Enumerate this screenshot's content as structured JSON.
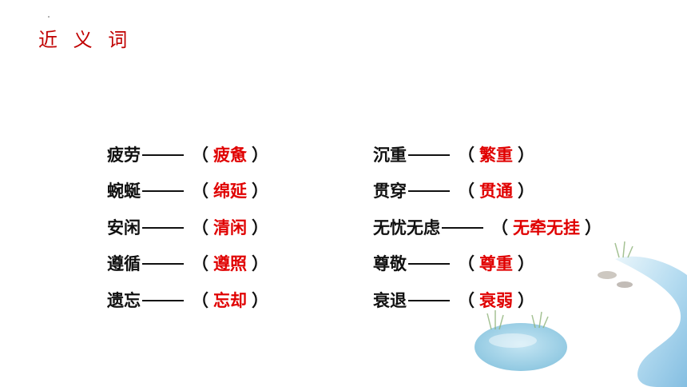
{
  "slide": {
    "title": "近 义 词"
  },
  "colors": {
    "title": "#c00000",
    "answer": "#e00000",
    "text": "#111111",
    "water_light": "#cfe9f4",
    "water_dark": "#7fbfe0"
  },
  "left_column": [
    {
      "word": "疲劳",
      "open": "（",
      "answer": "疲惫",
      "close": "）"
    },
    {
      "word": "蜿蜒",
      "open": "（",
      "answer": "绵延",
      "close": "）"
    },
    {
      "word": "安闲",
      "open": "（",
      "answer": "清闲",
      "close": "）"
    },
    {
      "word": "遵循",
      "open": "（",
      "answer": "遵照",
      "close": "）"
    },
    {
      "word": "遗忘",
      "open": "（",
      "answer": "忘却",
      "close": "）"
    }
  ],
  "right_column": [
    {
      "word": "沉重",
      "open": "（",
      "answer": "繁重",
      "close": "）"
    },
    {
      "word": "贯穿",
      "open": "（",
      "answer": "贯通",
      "close": "）"
    },
    {
      "word": "无忧无虑",
      "open": "（",
      "answer": "无牵无挂",
      "close": "）"
    },
    {
      "word": "尊敬",
      "open": "（",
      "answer": "尊重",
      "close": "）"
    },
    {
      "word": "衰退",
      "open": "（",
      "answer": "衰弱",
      "close": "）"
    }
  ],
  "decor": {
    "icon": "river-pond-illustration"
  }
}
